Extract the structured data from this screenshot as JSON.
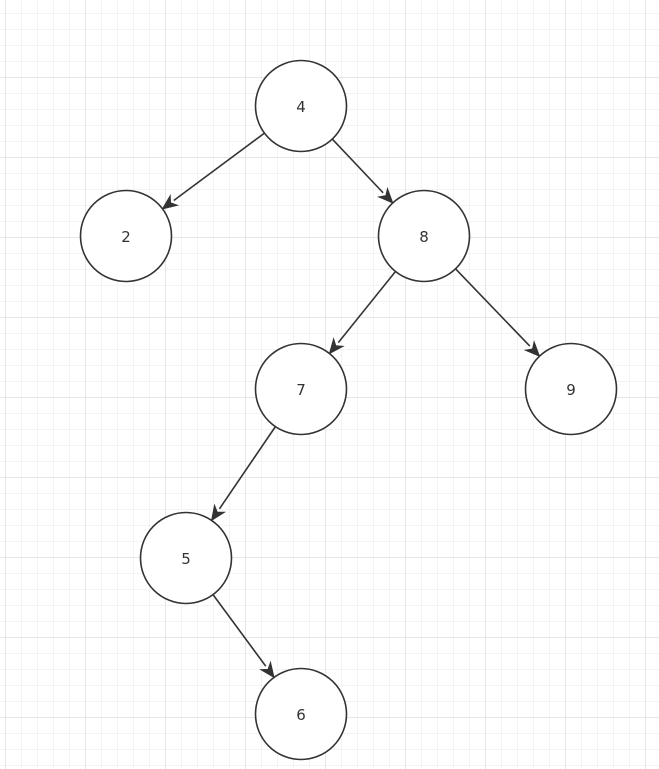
{
  "diagram": {
    "type": "binary-tree",
    "nodes": [
      {
        "id": "n4",
        "label": "4"
      },
      {
        "id": "n2",
        "label": "2"
      },
      {
        "id": "n8",
        "label": "8"
      },
      {
        "id": "n7",
        "label": "7"
      },
      {
        "id": "n9",
        "label": "9"
      },
      {
        "id": "n5",
        "label": "5"
      },
      {
        "id": "n6",
        "label": "6"
      }
    ],
    "edges": [
      {
        "from": "n4",
        "to": "n2"
      },
      {
        "from": "n4",
        "to": "n8"
      },
      {
        "from": "n8",
        "to": "n7"
      },
      {
        "from": "n8",
        "to": "n9"
      },
      {
        "from": "n7",
        "to": "n5"
      },
      {
        "from": "n5",
        "to": "n6"
      }
    ],
    "colors": {
      "stroke": "#333333",
      "node_fill": "#ffffff",
      "grid_major": "#e6e6e6",
      "grid_minor": "#f3f3f3"
    }
  }
}
